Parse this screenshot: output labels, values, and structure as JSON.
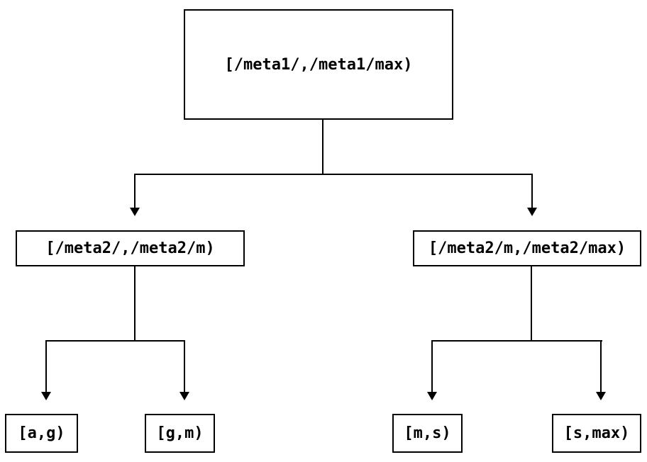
{
  "diagram": {
    "type": "tree",
    "background_color": "#ffffff",
    "line_color": "#000000",
    "box_border_color": "#000000",
    "text_color": "#000000",
    "nodes": {
      "root": {
        "label": "[/meta1/,/meta1/max)"
      },
      "meta2_low": {
        "label": "[/meta2/,/meta2/m)"
      },
      "meta2_high": {
        "label": "[/meta2/m,/meta2/max)"
      },
      "leaf_a_g": {
        "label": "[a,g)"
      },
      "leaf_g_m": {
        "label": "[g,m)"
      },
      "leaf_m_s": {
        "label": "[m,s)"
      },
      "leaf_s_max": {
        "label": "[s,max)"
      }
    },
    "edges": [
      {
        "from": "root",
        "to": "meta2_low"
      },
      {
        "from": "root",
        "to": "meta2_high"
      },
      {
        "from": "meta2_low",
        "to": "leaf_a_g"
      },
      {
        "from": "meta2_low",
        "to": "leaf_g_m"
      },
      {
        "from": "meta2_high",
        "to": "leaf_m_s"
      },
      {
        "from": "meta2_high",
        "to": "leaf_s_max"
      }
    ]
  }
}
